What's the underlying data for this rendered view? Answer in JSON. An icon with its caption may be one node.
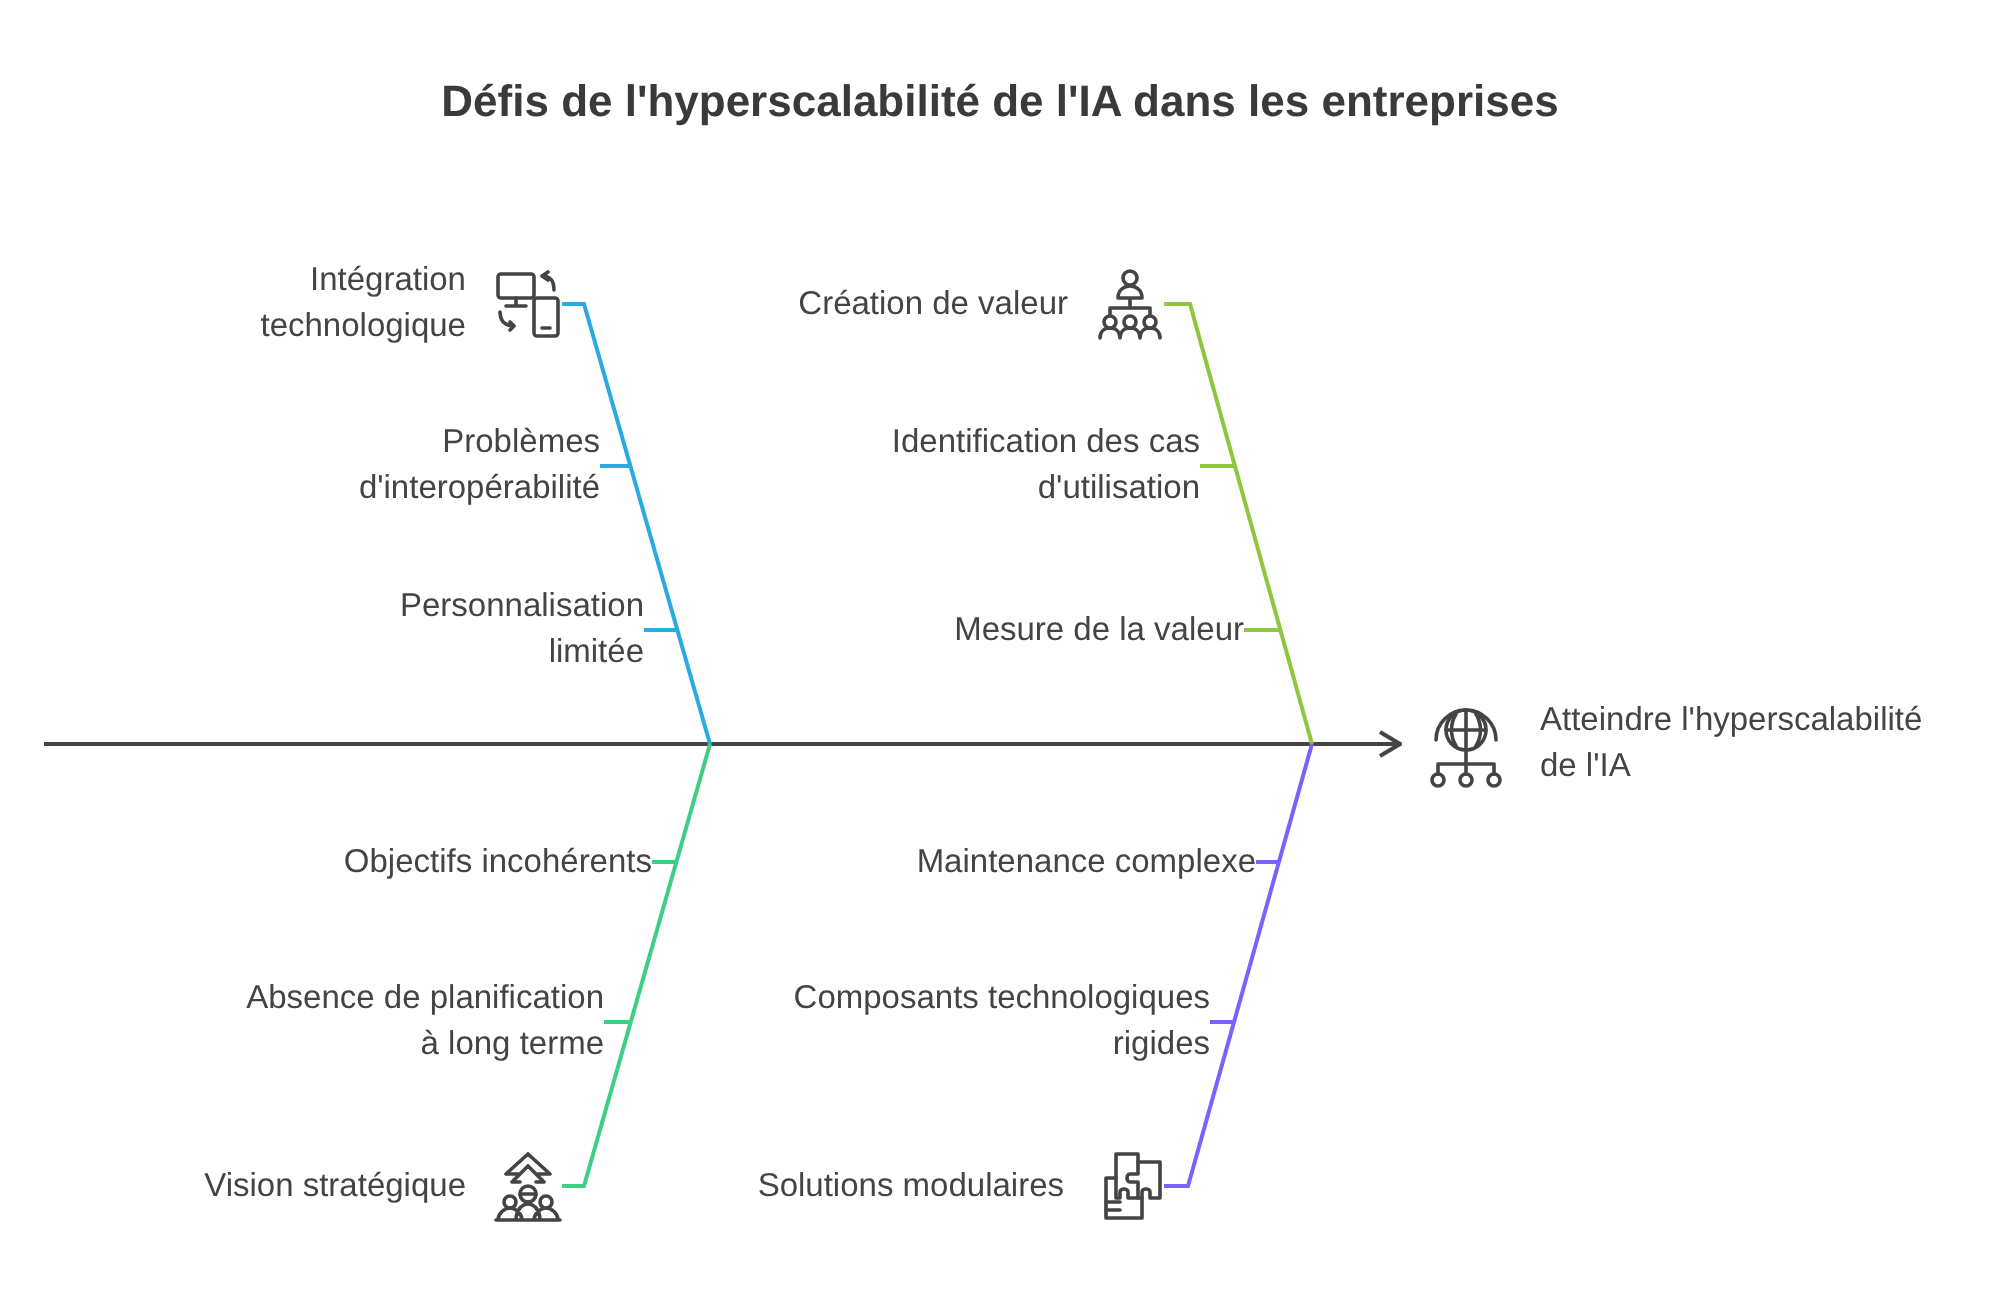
{
  "diagram": {
    "title": "Défis de l'hyperscalabilité de l'IA dans les entreprises",
    "nodes": [
      {
        "text": [
          "Intégration technologique"
        ]
      },
      {
        "text": [
          "Problèmes d'interopérabilité"
        ]
      },
      {
        "text": [
          "Personnalisation limitée"
        ]
      },
      {
        "text": [
          "Création de valeur"
        ]
      },
      {
        "text": [
          "Identification des cas d'utilisation"
        ]
      },
      {
        "text": [
          "Mesure de la valeur"
        ]
      },
      {
        "text": [
          "Objectifs incohérents"
        ]
      },
      {
        "text": [
          "Absence de planification à long terme"
        ]
      },
      {
        "text": [
          "Vision stratégique"
        ]
      },
      {
        "text": [
          "Maintenance complexe"
        ]
      },
      {
        "text": [
          "Composants technologiques rigides"
        ]
      },
      {
        "text": [
          "Solutions modulaires"
        ]
      },
      {
        "text": [
          "Atteindre l'hyperscalabilité de l'IA"
        ]
      }
    ],
    "edges": [
      {
        "from": null,
        "to": 12,
        "arrow": "to",
        "color": "#444444"
      },
      {
        "from": 0,
        "to": null,
        "arrow": "none",
        "color": "#29abe2"
      },
      {
        "from": 1,
        "to": null,
        "arrow": "none",
        "color": "#29abe2"
      },
      {
        "from": 2,
        "to": null,
        "arrow": "none",
        "color": "#29abe2"
      },
      {
        "from": 3,
        "to": null,
        "arrow": "none",
        "color": "#8dc63f"
      },
      {
        "from": 4,
        "to": null,
        "arrow": "none",
        "color": "#8dc63f"
      },
      {
        "from": 5,
        "to": null,
        "arrow": "none",
        "color": "#8dc63f"
      },
      {
        "from": 6,
        "to": null,
        "arrow": "none",
        "color": "#3ecf84"
      },
      {
        "from": 7,
        "to": null,
        "arrow": "none",
        "color": "#3ecf84"
      },
      {
        "from": 8,
        "to": null,
        "arrow": "none",
        "color": "#3ecf84"
      },
      {
        "from": 9,
        "to": null,
        "arrow": "none",
        "color": "#7b61ff"
      },
      {
        "from": 10,
        "to": null,
        "arrow": "none",
        "color": "#7b61ff"
      },
      {
        "from": 11,
        "to": null,
        "arrow": "none",
        "color": "#7b61ff"
      }
    ]
  }
}
